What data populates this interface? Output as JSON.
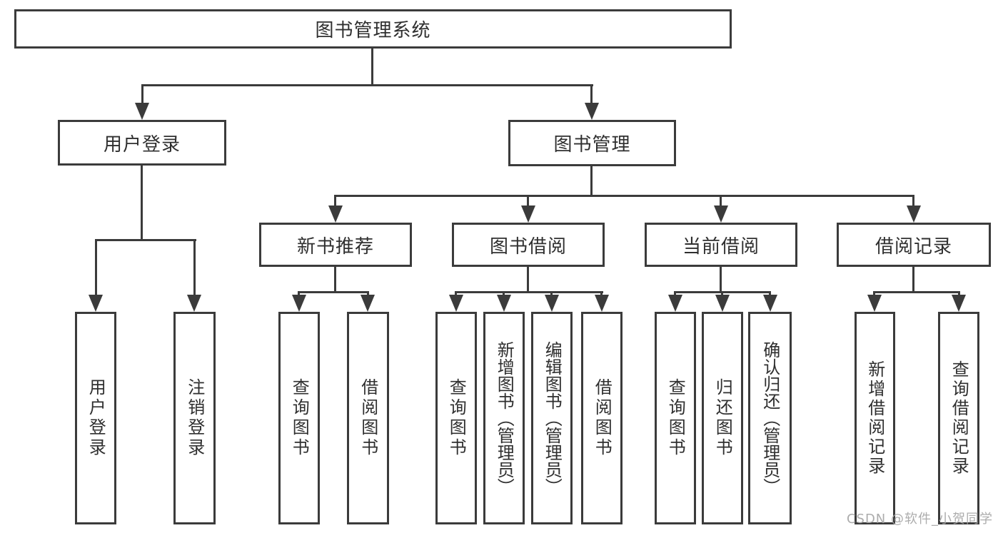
{
  "diagram": {
    "type": "hierarchy-tree",
    "background": "#ffffff",
    "line_color": "#3b3b3b",
    "text_color": "#2f2f2f",
    "nodes": {
      "root": "图书管理系统",
      "user_login": "用户登录",
      "book_mgmt": "图书管理",
      "new_book_rec": "新书推荐",
      "book_borrow": "图书借阅",
      "current_borrow": "当前借阅",
      "borrow_record": "借阅记录",
      "ul_user_login": "用户登录",
      "ul_logout": "注销登录",
      "nbr_query_book": "查询图书",
      "nbr_borrow_book": "借阅图书",
      "bb_query_book": "查询图书",
      "bb_add_book": "新增图书（管理员）",
      "bb_edit_book": "编辑图书（管理员）",
      "bb_borrow_book": "借阅图书",
      "cb_query_book": "查询图书",
      "cb_return_book": "归还图书",
      "cb_confirm_return": "确认归还（管理员）",
      "br_add_record": "新增借阅记录",
      "br_query_record": "查询借阅记录"
    },
    "hierarchy": [
      {
        "parent": "图书管理系统",
        "children": [
          "用户登录",
          "图书管理"
        ]
      },
      {
        "parent": "用户登录",
        "children": [
          "用户登录",
          "注销登录"
        ]
      },
      {
        "parent": "图书管理",
        "children": [
          "新书推荐",
          "图书借阅",
          "当前借阅",
          "借阅记录"
        ]
      },
      {
        "parent": "新书推荐",
        "children": [
          "查询图书",
          "借阅图书"
        ]
      },
      {
        "parent": "图书借阅",
        "children": [
          "查询图书",
          "新增图书（管理员）",
          "编辑图书（管理员）",
          "借阅图书"
        ]
      },
      {
        "parent": "当前借阅",
        "children": [
          "查询图书",
          "归还图书",
          "确认归还（管理员）"
        ]
      },
      {
        "parent": "借阅记录",
        "children": [
          "新增借阅记录",
          "查询借阅记录"
        ]
      }
    ],
    "watermark": {
      "text": "CSDN @软件_小贺同学",
      "color": "#a5a5a5"
    }
  }
}
